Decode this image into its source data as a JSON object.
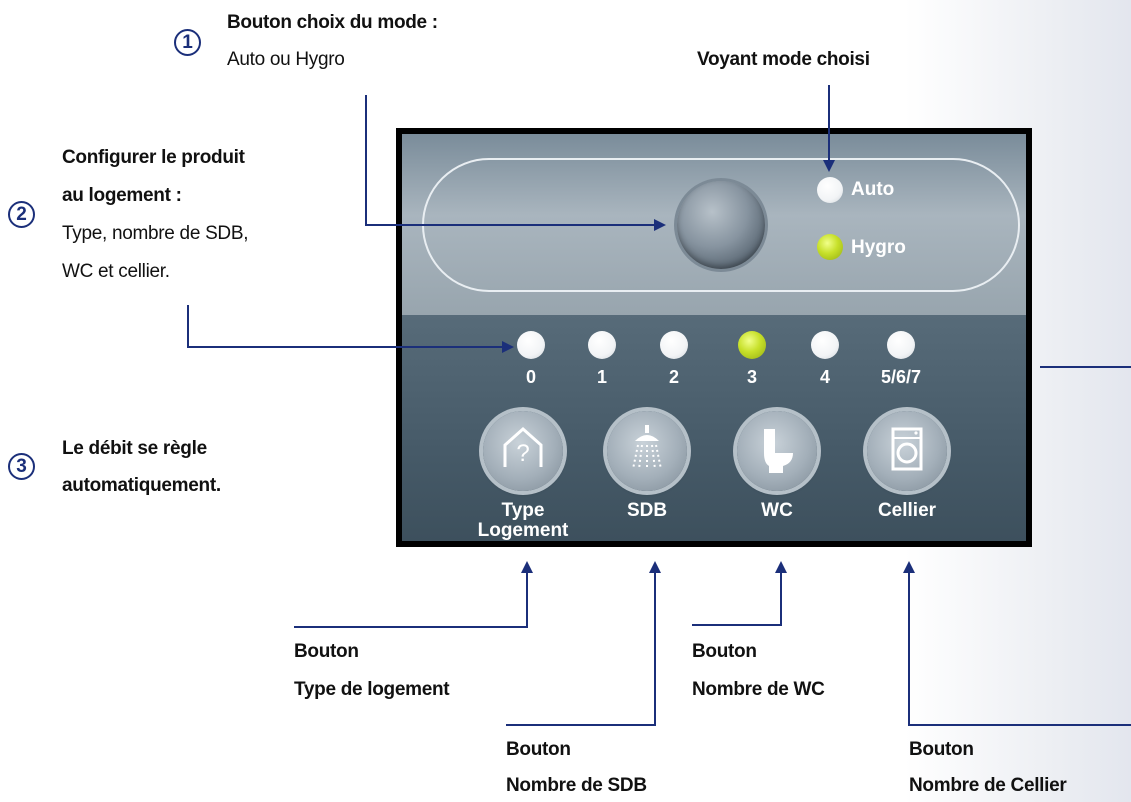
{
  "annotations": {
    "step1": {
      "number": "1",
      "title": "Bouton choix du mode :",
      "text": "Auto ou Hygro"
    },
    "step2": {
      "number": "2",
      "title_line1": "Configurer le produit",
      "title_line2": "au logement :",
      "text_line1": "Type, nombre de SDB,",
      "text_line2": "WC et cellier."
    },
    "step3": {
      "number": "3",
      "line1": "Le débit se règle",
      "line2": "automatiquement."
    },
    "voyant": "Voyant mode choisi"
  },
  "panel": {
    "mode_leds": [
      {
        "label": "Auto",
        "state": "off"
      },
      {
        "label": "Hygro",
        "state": "on"
      }
    ],
    "index_leds": [
      {
        "label": "0",
        "state": "off"
      },
      {
        "label": "1",
        "state": "off"
      },
      {
        "label": "2",
        "state": "off"
      },
      {
        "label": "3",
        "state": "on"
      },
      {
        "label": "4",
        "state": "off"
      },
      {
        "label": "5/6/7",
        "state": "off"
      }
    ],
    "buttons": [
      {
        "line1": "Type",
        "line2": "Logement",
        "icon": "house-question-icon"
      },
      {
        "line1": "SDB",
        "line2": "",
        "icon": "shower-icon"
      },
      {
        "line1": "WC",
        "line2": "",
        "icon": "toilet-icon"
      },
      {
        "line1": "Cellier",
        "line2": "",
        "icon": "washing-machine-icon"
      }
    ]
  },
  "callouts": {
    "type_logement": {
      "line1": "Bouton",
      "line2": "Type de logement"
    },
    "sdb": {
      "line1": "Bouton",
      "line2": "Nombre de SDB"
    },
    "wc": {
      "line1": "Bouton",
      "line2": "Nombre de WC"
    },
    "cellier": {
      "line1": "Bouton",
      "line2": "Nombre de Cellier"
    }
  },
  "colors": {
    "line": "#1b2f7a",
    "led_on": "#c7e02a",
    "led_off": "#ffffff"
  }
}
